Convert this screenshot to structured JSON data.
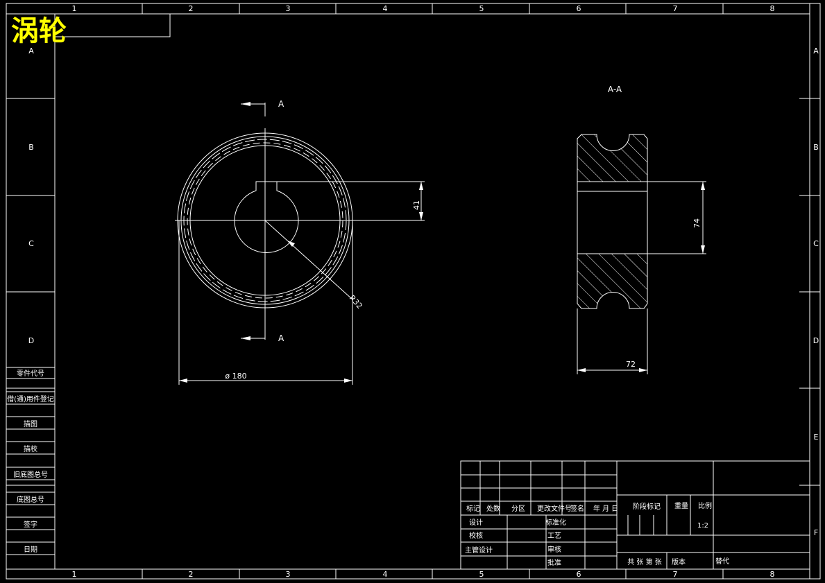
{
  "title": "涡轮",
  "colors": {
    "background": "#000000",
    "line": "#ffffff",
    "title": "#ffff00"
  },
  "frame": {
    "column_labels": [
      "1",
      "2",
      "3",
      "4",
      "5",
      "6",
      "7",
      "8"
    ],
    "row_labels": [
      "A",
      "B",
      "C",
      "D",
      "E",
      "F"
    ]
  },
  "left_table": [
    "零件代号",
    "借(通)用件登记",
    "描图",
    "描校",
    "旧底图总号",
    "底图总号",
    "签字",
    "日期"
  ],
  "front_view": {
    "section_mark": "A",
    "dim_keyway": "41",
    "dim_radius": "R32",
    "dim_diameter": "ø 180"
  },
  "section_view": {
    "label": "A-A",
    "dim_hole": "74",
    "dim_width": "72"
  },
  "title_block": {
    "headers": [
      "标记",
      "处数",
      "分区",
      "更改文件号",
      "签名",
      "年 月 日"
    ],
    "roles_left": [
      "设计",
      "校核",
      "主管设计"
    ],
    "roles_mid": [
      "标准化",
      "工艺",
      "审核",
      "批准"
    ],
    "stage_mark": "阶段标记",
    "weight": "重量",
    "scale_label": "比例",
    "scale_value": "1:2",
    "sheets": "共  张   第  张",
    "version": "版本",
    "replace": "替代"
  }
}
